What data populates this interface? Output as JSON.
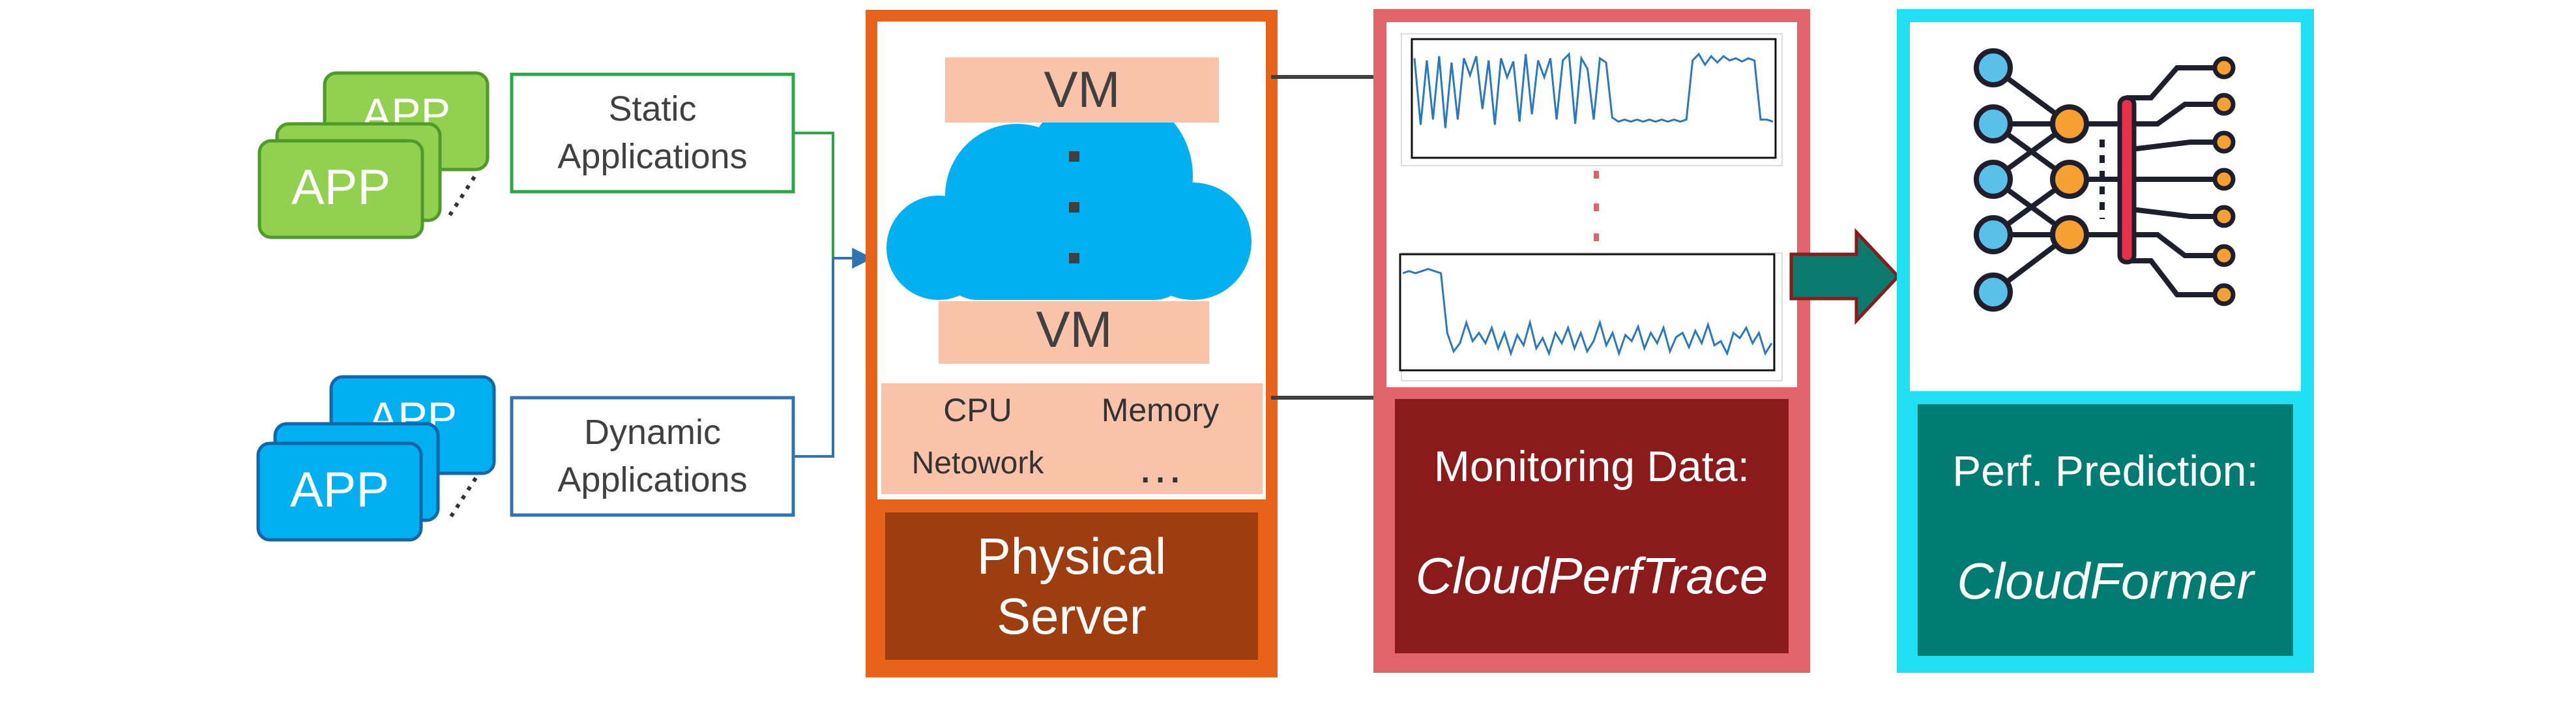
{
  "apps": {
    "static_stack": {
      "front": "APP",
      "back": "APP"
    },
    "dynamic_stack": {
      "front": "APP",
      "back": "APP"
    },
    "static_label": [
      "Static",
      "Applications"
    ],
    "dynamic_label": [
      "Dynamic",
      "Applications"
    ]
  },
  "server": {
    "vm_top": "VM",
    "vm_bottom": "VM",
    "vm_dots": ".\n.\n.",
    "resources": {
      "cpu": "CPU",
      "memory": "Memory",
      "network": "Netowork",
      "more": "…"
    },
    "title": [
      "Physical",
      "Server"
    ]
  },
  "monitoring": {
    "title": "Monitoring Data:",
    "name": "CloudPerfTrace",
    "trace_top": [
      0.88,
      0.25,
      0.86,
      0.3,
      0.9,
      0.22,
      0.84,
      0.3,
      0.88,
      0.72,
      0.9,
      0.4,
      0.86,
      0.25,
      0.88,
      0.7,
      0.85,
      0.28,
      0.92,
      0.35,
      0.86,
      0.7,
      0.88,
      0.3,
      0.86,
      0.92,
      0.26,
      0.88,
      0.78,
      0.3,
      0.88,
      0.84,
      0.32,
      0.28,
      0.3,
      0.28,
      0.3,
      0.28,
      0.3,
      0.28,
      0.3,
      0.28,
      0.3,
      0.28,
      0.3,
      0.86,
      0.92,
      0.82,
      0.9,
      0.84,
      0.9,
      0.86,
      0.88,
      0.85,
      0.88,
      0.86,
      0.3,
      0.3,
      0.28
    ],
    "trace_bottom": [
      0.88,
      0.9,
      0.88,
      0.9,
      0.92,
      0.9,
      0.88,
      0.3,
      0.12,
      0.2,
      0.4,
      0.22,
      0.3,
      0.2,
      0.35,
      0.15,
      0.3,
      0.1,
      0.28,
      0.18,
      0.4,
      0.15,
      0.25,
      0.1,
      0.3,
      0.2,
      0.35,
      0.15,
      0.3,
      0.12,
      0.22,
      0.4,
      0.18,
      0.3,
      0.1,
      0.28,
      0.22,
      0.36,
      0.15,
      0.3,
      0.2,
      0.35,
      0.12,
      0.26,
      0.3,
      0.16,
      0.32,
      0.2,
      0.38,
      0.18,
      0.22,
      0.1,
      0.3,
      0.25,
      0.35,
      0.2,
      0.3,
      0.1,
      0.2
    ]
  },
  "prediction": {
    "title": "Perf. Prediction:",
    "name": "CloudFormer"
  },
  "colors": {
    "green_app": "#92D050",
    "blue_app": "#00B0F0",
    "server_orange": "#E8631A",
    "server_brown": "#9E3D0F",
    "vm_salmon": "#F8C3A8",
    "monitor_pink": "#E0646A",
    "monitor_dark": "#8B1A1A",
    "predict_cyan": "#1FE0F2",
    "predict_teal": "#007C73",
    "trace_line": "#2A78BE"
  }
}
